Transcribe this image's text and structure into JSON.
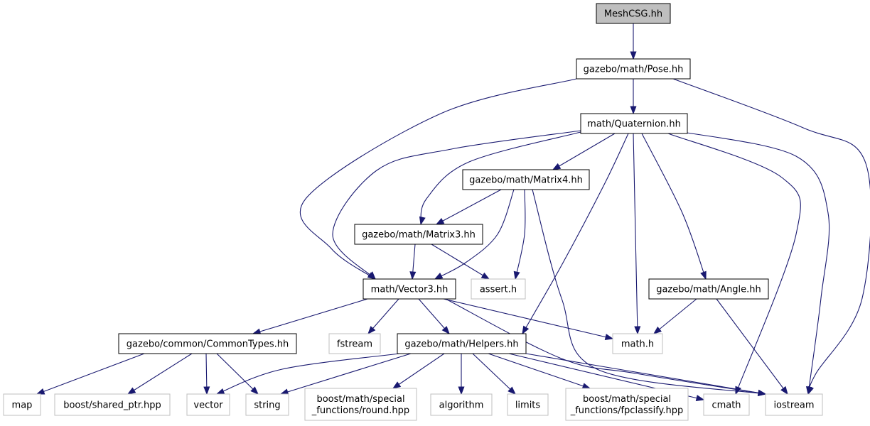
{
  "graph": {
    "colors": {
      "edge": "#191970",
      "main_fill": "#bfbfbf",
      "internal_border": "#000000",
      "system_border": "#bfbfbf"
    },
    "nodes": {
      "meshcsg": {
        "lines": [
          "MeshCSG.hh"
        ],
        "kind": "main"
      },
      "pose": {
        "lines": [
          "gazebo/math/Pose.hh"
        ],
        "kind": "internal"
      },
      "quaternion": {
        "lines": [
          "math/Quaternion.hh"
        ],
        "kind": "internal"
      },
      "matrix4": {
        "lines": [
          "gazebo/math/Matrix4.hh"
        ],
        "kind": "internal"
      },
      "matrix3": {
        "lines": [
          "gazebo/math/Matrix3.hh"
        ],
        "kind": "internal"
      },
      "vector3": {
        "lines": [
          "math/Vector3.hh"
        ],
        "kind": "internal"
      },
      "assert": {
        "lines": [
          "assert.h"
        ],
        "kind": "system"
      },
      "angle": {
        "lines": [
          "gazebo/math/Angle.hh"
        ],
        "kind": "internal"
      },
      "commontypes": {
        "lines": [
          "gazebo/common/CommonTypes.hh"
        ],
        "kind": "internal"
      },
      "fstream": {
        "lines": [
          "fstream"
        ],
        "kind": "system"
      },
      "helpers": {
        "lines": [
          "gazebo/math/Helpers.hh"
        ],
        "kind": "internal"
      },
      "mathh": {
        "lines": [
          "math.h"
        ],
        "kind": "system"
      },
      "map": {
        "lines": [
          "map"
        ],
        "kind": "system"
      },
      "shared_ptr": {
        "lines": [
          "boost/shared_ptr.hpp"
        ],
        "kind": "system"
      },
      "vector": {
        "lines": [
          "vector"
        ],
        "kind": "system"
      },
      "string": {
        "lines": [
          "string"
        ],
        "kind": "system"
      },
      "round": {
        "lines": [
          "boost/math/special",
          "_functions/round.hpp"
        ],
        "kind": "system"
      },
      "algorithm": {
        "lines": [
          "algorithm"
        ],
        "kind": "system"
      },
      "limits": {
        "lines": [
          "limits"
        ],
        "kind": "system"
      },
      "fpclassify": {
        "lines": [
          "boost/math/special",
          "_functions/fpclassify.hpp"
        ],
        "kind": "system"
      },
      "cmath": {
        "lines": [
          "cmath"
        ],
        "kind": "system"
      },
      "iostream": {
        "lines": [
          "iostream"
        ],
        "kind": "system"
      }
    },
    "edges": [
      [
        "meshcsg",
        "pose"
      ],
      [
        "pose",
        "quaternion"
      ],
      [
        "pose",
        "vector3"
      ],
      [
        "pose",
        "iostream"
      ],
      [
        "quaternion",
        "matrix4"
      ],
      [
        "quaternion",
        "matrix3"
      ],
      [
        "quaternion",
        "vector3"
      ],
      [
        "quaternion",
        "helpers"
      ],
      [
        "quaternion",
        "mathh"
      ],
      [
        "quaternion",
        "angle"
      ],
      [
        "quaternion",
        "cmath"
      ],
      [
        "quaternion",
        "iostream"
      ],
      [
        "matrix4",
        "matrix3"
      ],
      [
        "matrix4",
        "vector3"
      ],
      [
        "matrix4",
        "assert"
      ],
      [
        "matrix4",
        "iostream"
      ],
      [
        "matrix3",
        "vector3"
      ],
      [
        "matrix3",
        "assert"
      ],
      [
        "vector3",
        "commontypes"
      ],
      [
        "vector3",
        "fstream"
      ],
      [
        "vector3",
        "helpers"
      ],
      [
        "vector3",
        "mathh"
      ],
      [
        "vector3",
        "iostream"
      ],
      [
        "angle",
        "mathh"
      ],
      [
        "angle",
        "iostream"
      ],
      [
        "commontypes",
        "map"
      ],
      [
        "commontypes",
        "shared_ptr"
      ],
      [
        "commontypes",
        "vector"
      ],
      [
        "commontypes",
        "string"
      ],
      [
        "helpers",
        "vector"
      ],
      [
        "helpers",
        "string"
      ],
      [
        "helpers",
        "round"
      ],
      [
        "helpers",
        "algorithm"
      ],
      [
        "helpers",
        "limits"
      ],
      [
        "helpers",
        "fpclassify"
      ],
      [
        "helpers",
        "cmath"
      ],
      [
        "helpers",
        "iostream"
      ]
    ]
  }
}
